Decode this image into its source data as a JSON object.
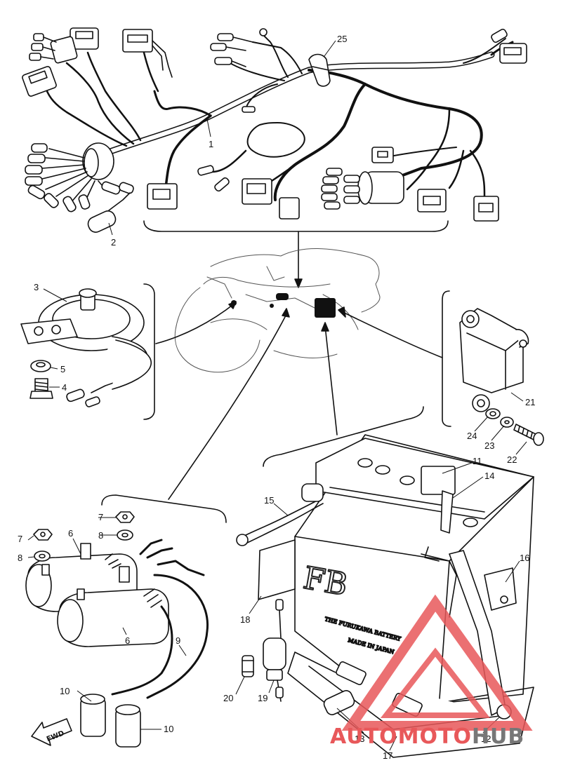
{
  "diagram": {
    "callouts": [
      {
        "id": "c1",
        "text": "1"
      },
      {
        "id": "c2",
        "text": "2"
      },
      {
        "id": "c3",
        "text": "3"
      },
      {
        "id": "c4",
        "text": "4"
      },
      {
        "id": "c5",
        "text": "5"
      },
      {
        "id": "c6a",
        "text": "6"
      },
      {
        "id": "c6b",
        "text": "6"
      },
      {
        "id": "c7a",
        "text": "7"
      },
      {
        "id": "c7b",
        "text": "7"
      },
      {
        "id": "c8a",
        "text": "8"
      },
      {
        "id": "c8b",
        "text": "8"
      },
      {
        "id": "c9",
        "text": "9"
      },
      {
        "id": "c10a",
        "text": "10"
      },
      {
        "id": "c10b",
        "text": "10"
      },
      {
        "id": "c11",
        "text": "11"
      },
      {
        "id": "c12",
        "text": "12"
      },
      {
        "id": "c13",
        "text": "13"
      },
      {
        "id": "c14",
        "text": "14"
      },
      {
        "id": "c15",
        "text": "15"
      },
      {
        "id": "c16",
        "text": "16"
      },
      {
        "id": "c17",
        "text": "17"
      },
      {
        "id": "c18",
        "text": "18"
      },
      {
        "id": "c19",
        "text": "19"
      },
      {
        "id": "c20",
        "text": "20"
      },
      {
        "id": "c21",
        "text": "21"
      },
      {
        "id": "c22",
        "text": "22"
      },
      {
        "id": "c23",
        "text": "23"
      },
      {
        "id": "c24",
        "text": "24"
      },
      {
        "id": "c25",
        "text": "25"
      }
    ],
    "battery_print": {
      "brand_letters": "FB",
      "maker_line": "THE FURUKAWA BATTERY",
      "origin_line": "MADE IN JAPAN"
    },
    "direction_label": "FWD",
    "watermark": {
      "part1": "AUTO",
      "part2": "MOTO",
      "part3": "HUB",
      "color_primary": "#e8585a",
      "color_secondary": "#777777"
    }
  }
}
